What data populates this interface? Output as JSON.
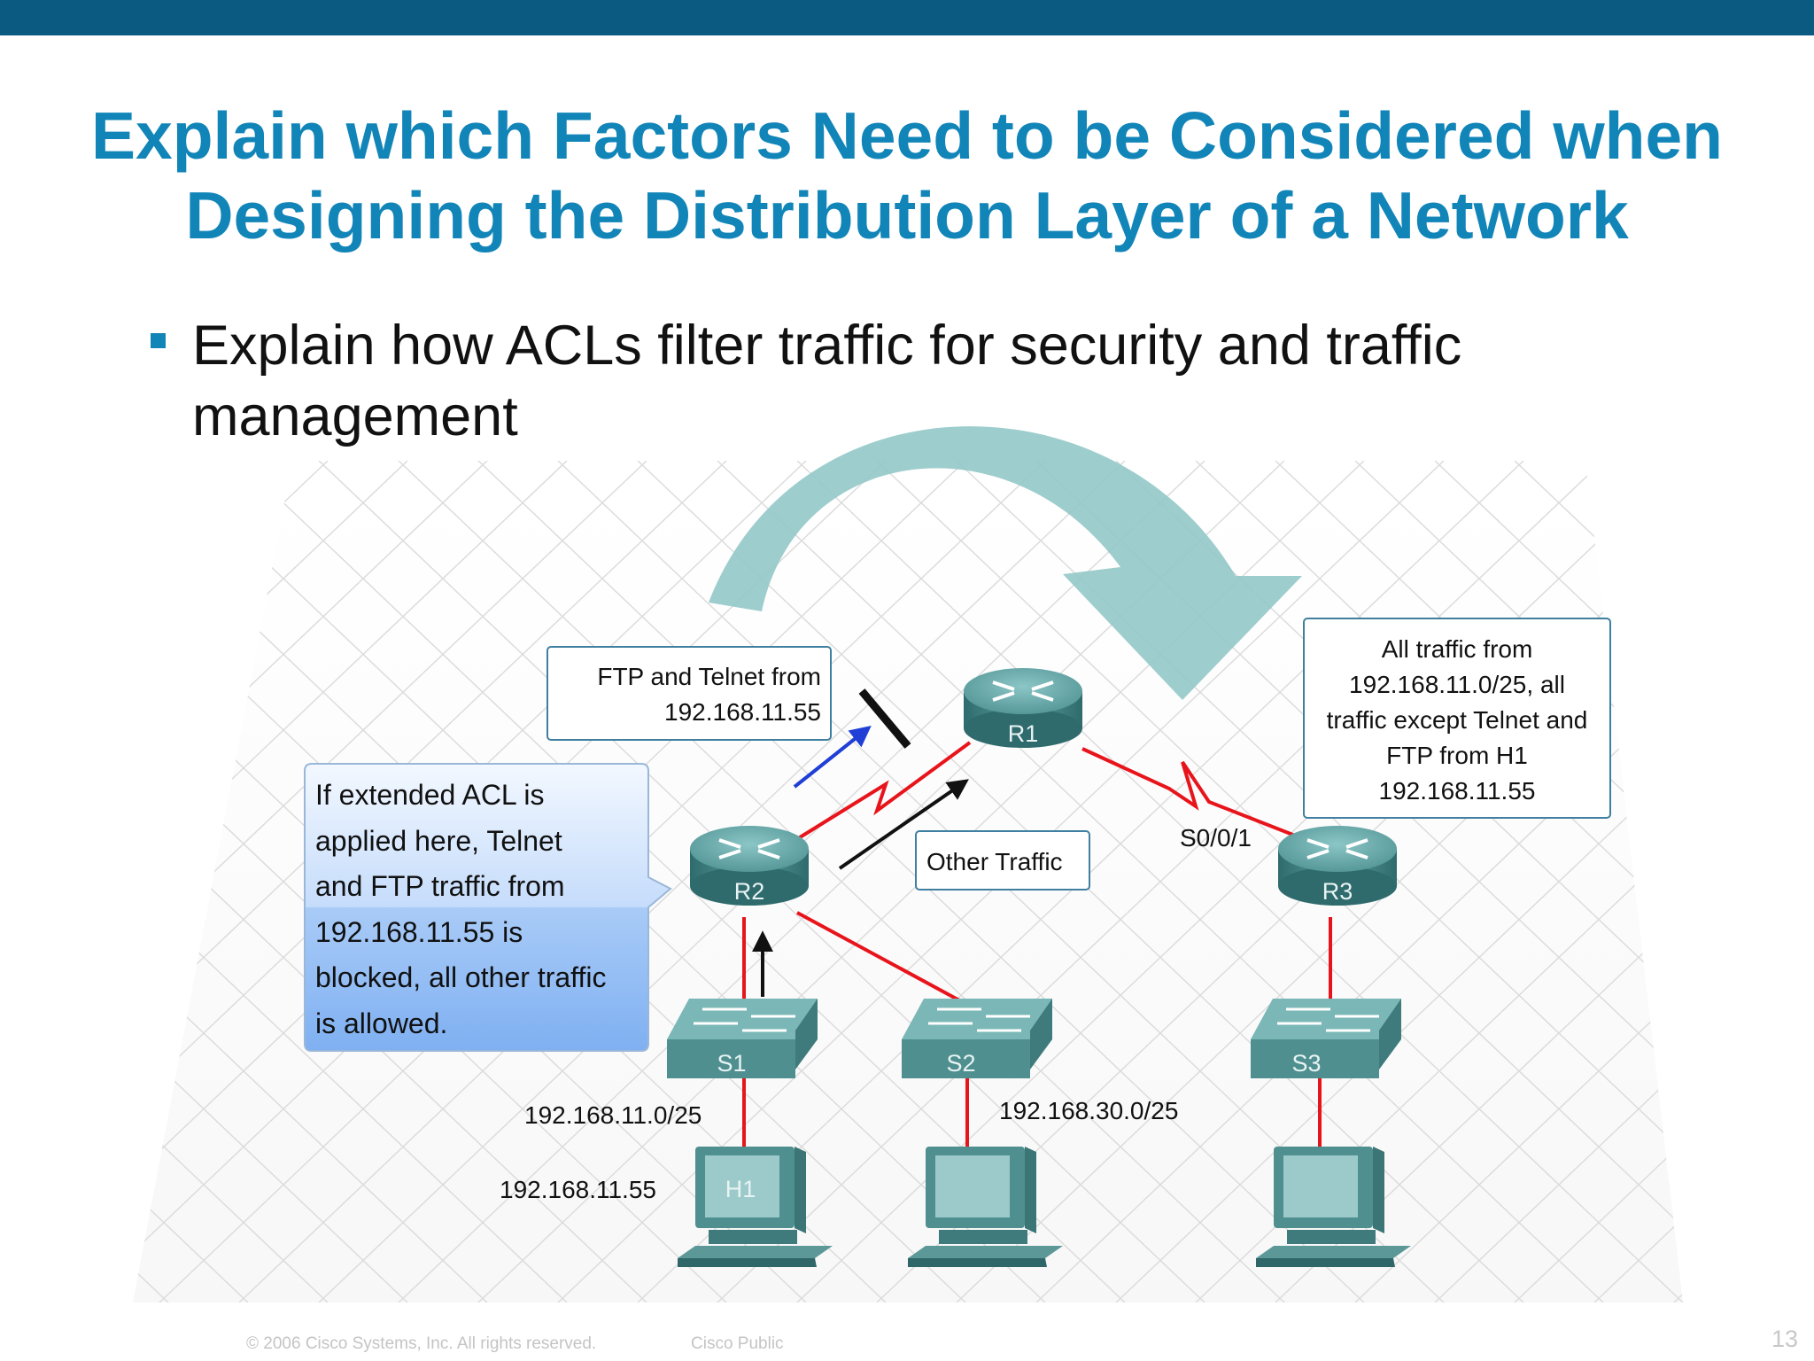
{
  "slide": {
    "title_line1": "Explain which Factors Need to be Considered when",
    "title_line2": "Designing the Distribution Layer of a Network",
    "bullet": "Explain how ACLs filter traffic for security and traffic management",
    "colors": {
      "top_bar": "#0b5a82",
      "title": "#1285b8",
      "link": "#e8141b",
      "device": "#3d7f80"
    }
  },
  "diagram": {
    "routers": [
      {
        "label": "R1"
      },
      {
        "label": "R2"
      },
      {
        "label": "R3"
      }
    ],
    "switches": [
      {
        "label": "S1"
      },
      {
        "label": "S2"
      },
      {
        "label": "S3"
      }
    ],
    "hosts": [
      {
        "label": "H1"
      },
      {
        "label": ""
      },
      {
        "label": ""
      }
    ],
    "callout_ftp": {
      "line1": "FTP and Telnet from",
      "line2": "192.168.11.55"
    },
    "callout_other": "Other Traffic",
    "callout_r3": {
      "line1": "All traffic from",
      "line2": "192.168.11.0/25, all",
      "line3": "traffic except Telnet and",
      "line4": "FTP from H1",
      "line5": "192.168.11.55"
    },
    "callout_acl": {
      "line1": "If extended ACL is",
      "line2": "applied here, Telnet",
      "line3": "and FTP traffic from",
      "line4": "192.168.11.55 is",
      "line5": "blocked, all other traffic",
      "line6": "is allowed."
    },
    "label_serial": "S0/0/1",
    "label_net1": "192.168.11.0/25",
    "label_net2": "192.168.30.0/25",
    "label_h1_ip": "192.168.11.55"
  },
  "footer": {
    "copyright": "© 2006 Cisco Systems, Inc. All rights reserved.",
    "classification": "Cisco Public",
    "page": "13"
  }
}
